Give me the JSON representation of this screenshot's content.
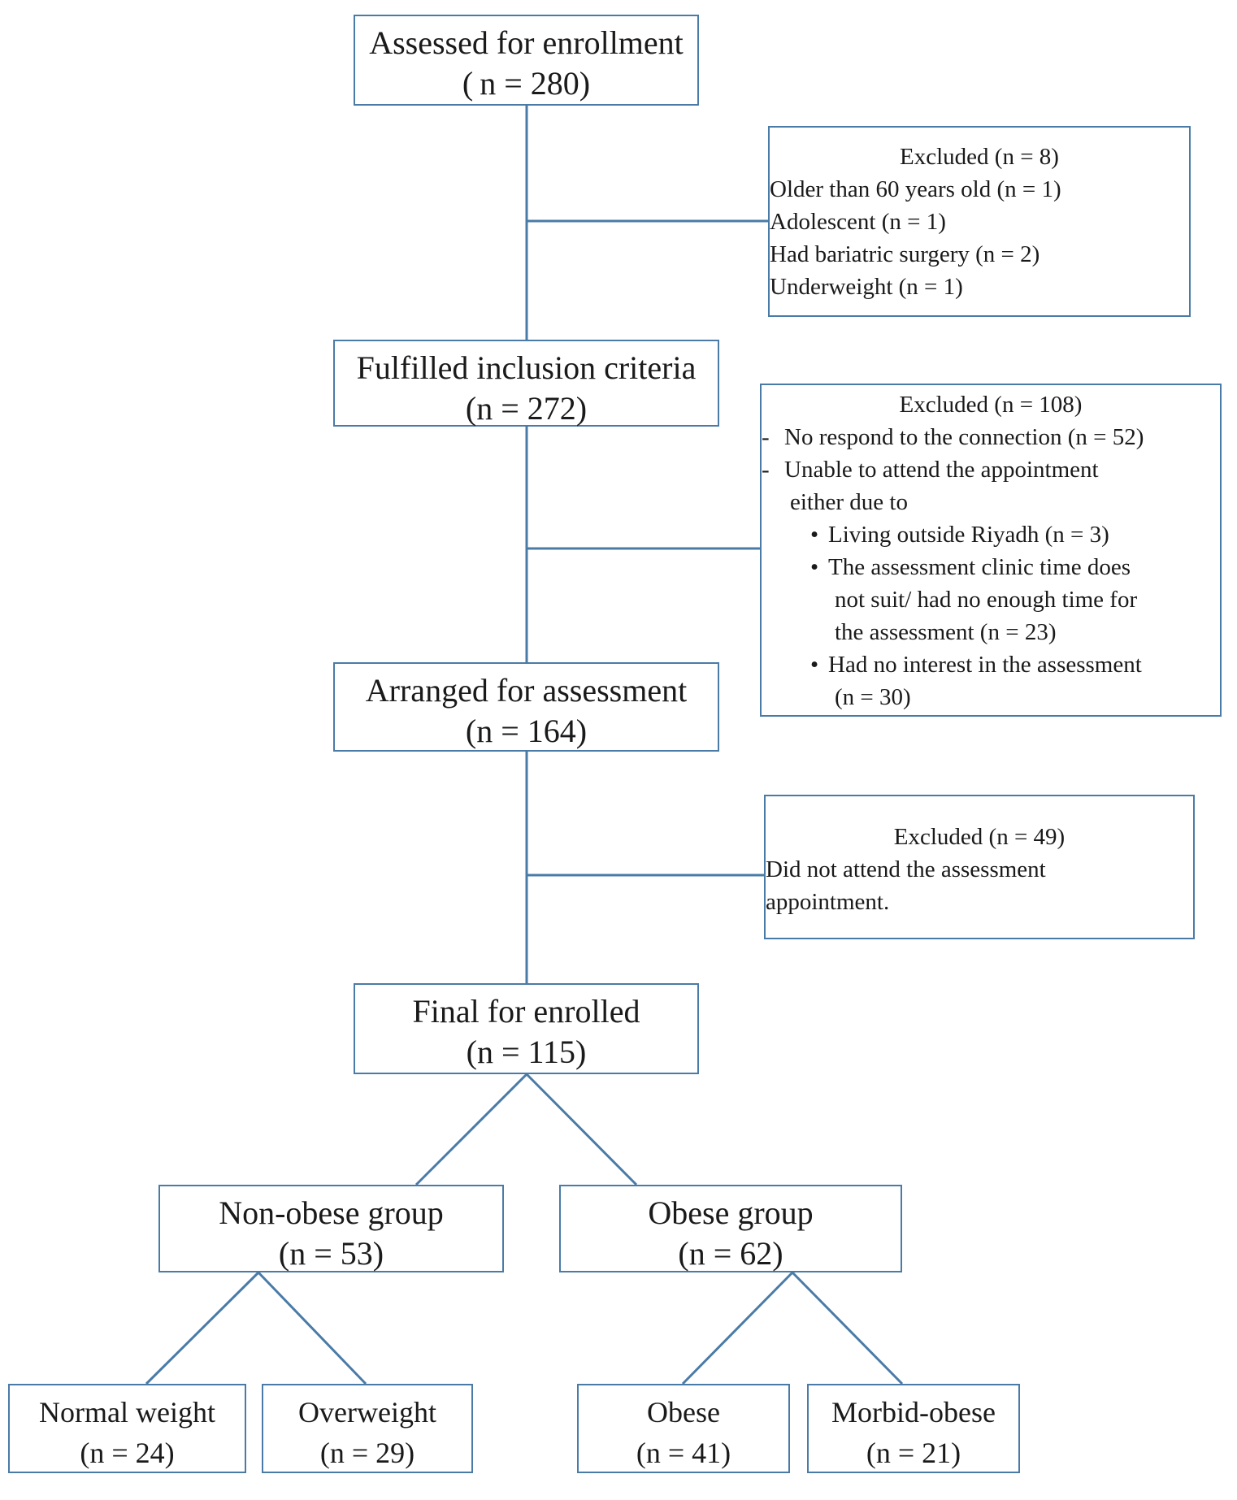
{
  "enrollment": {
    "title": "Assessed for enrollment",
    "count": "( n = 280)"
  },
  "excluded1": {
    "title": "Excluded (n = 8)",
    "items": [
      "Older than 60 years old (n = 1)",
      "Adolescent (n = 1)",
      "Had bariatric surgery (n = 2)",
      "Underweight (n = 1)"
    ]
  },
  "inclusion": {
    "title": "Fulfilled inclusion criteria",
    "count": "(n = 272)"
  },
  "excluded2": {
    "title": "Excluded (n = 108)",
    "dash1": "No respond to the connection (n = 52)",
    "dash2_line1": "Unable to attend the appointment",
    "dash2_line2": "either due to",
    "bullet1": "Living outside Riyadh (n = 3)",
    "bullet2_line1": "The assessment clinic time does",
    "bullet2_line2": "not suit/ had no enough time for",
    "bullet2_line3": "the assessment (n = 23)",
    "bullet3_line1": "Had no interest in the assessment",
    "bullet3_line2": "(n = 30)"
  },
  "arranged": {
    "title": "Arranged for assessment",
    "count": "(n = 164)"
  },
  "excluded3": {
    "title": "Excluded (n = 49)",
    "line1": "Did not attend the assessment",
    "line2": "appointment."
  },
  "final": {
    "title": "Final for enrolled",
    "count": "(n = 115)"
  },
  "nonobese": {
    "title": "Non-obese group",
    "count": "(n = 53)"
  },
  "obese_group": {
    "title": "Obese group",
    "count": "(n = 62)"
  },
  "normal": {
    "title": "Normal weight",
    "count": "(n = 24)"
  },
  "overweight": {
    "title": "Overweight",
    "count": "(n = 29)"
  },
  "obese": {
    "title": "Obese",
    "count": "(n = 41)"
  },
  "morbid": {
    "title": "Morbid-obese",
    "count": "(n = 21)"
  },
  "colors": {
    "border": "#4a7ba7",
    "text": "#1a1a1a"
  }
}
